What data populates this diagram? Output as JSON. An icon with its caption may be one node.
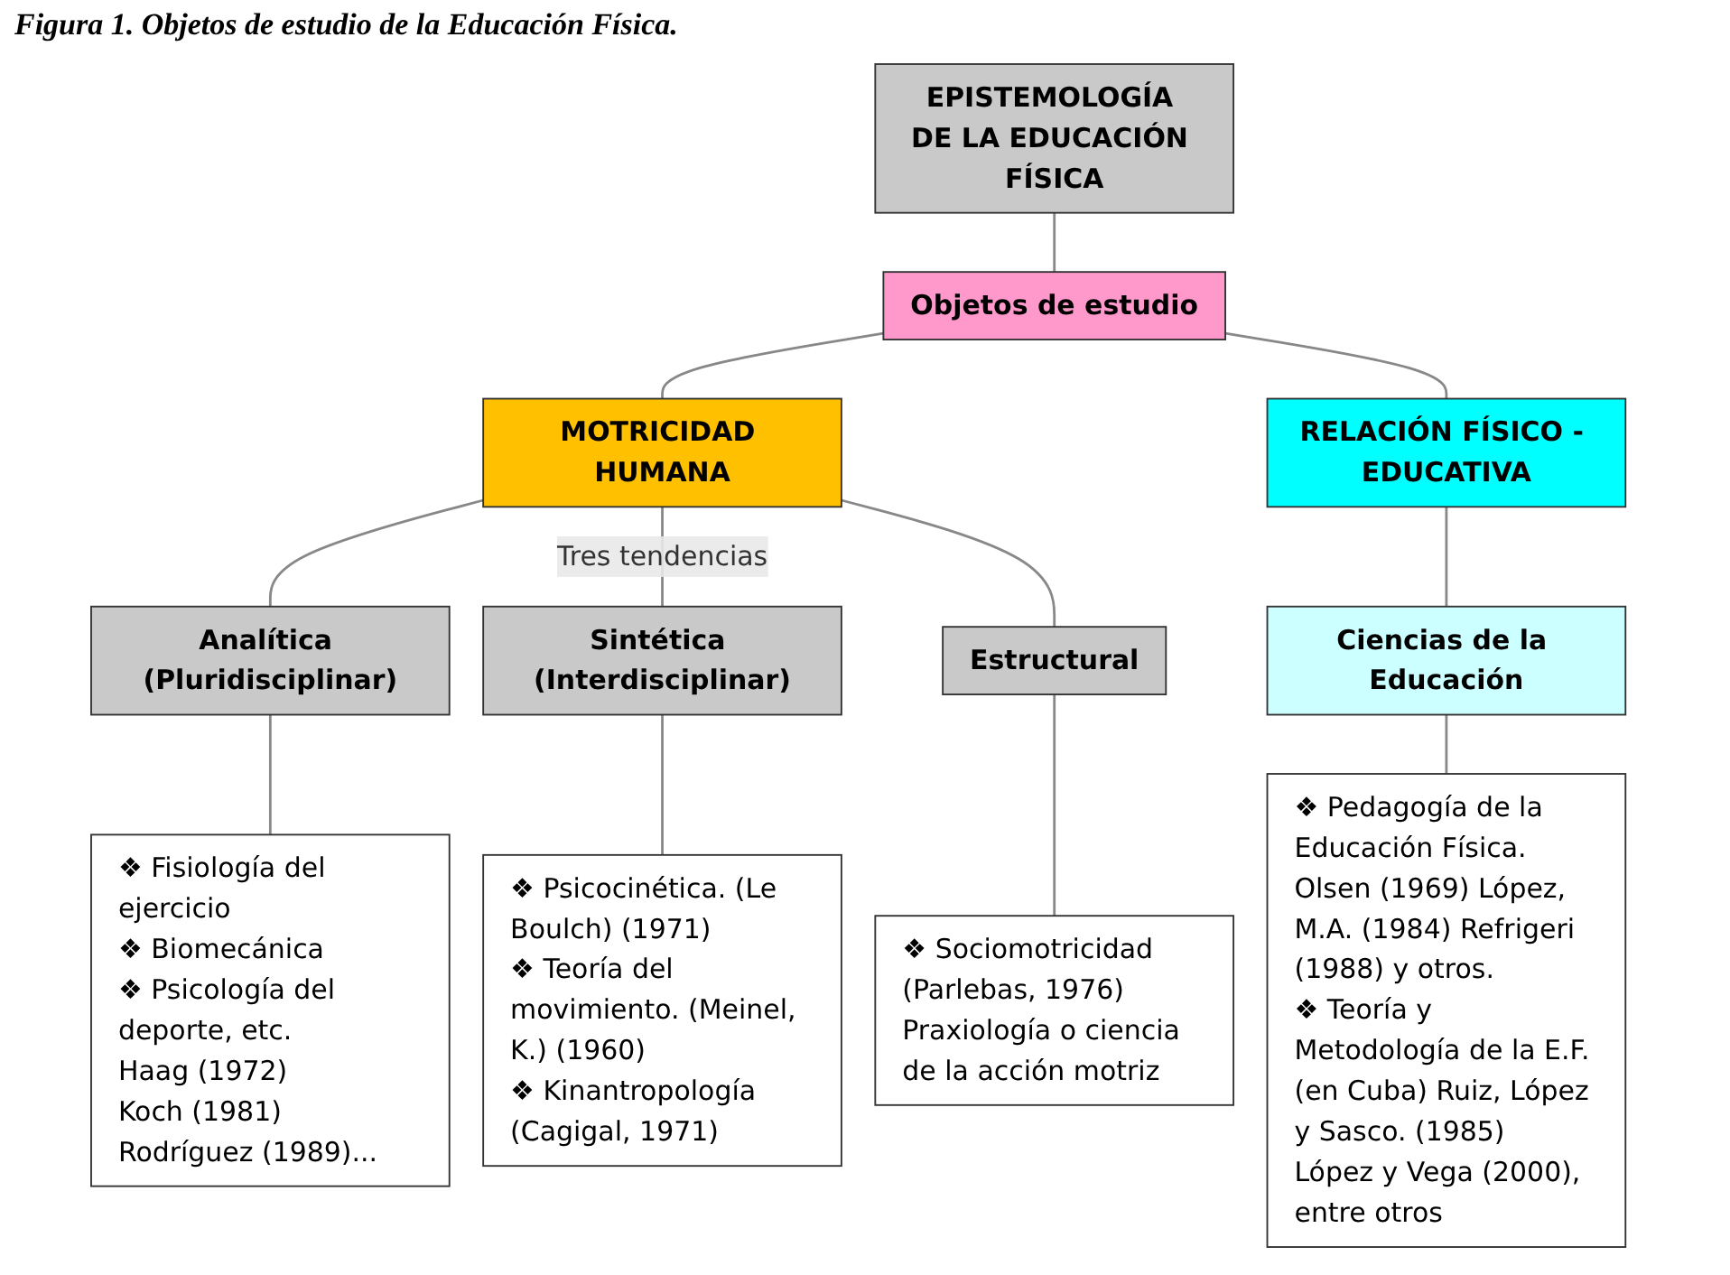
{
  "diagram": {
    "title": "Figura 1. Objetos de estudio de la Educación Física.",
    "nodes": [
      {
        "text": [
          "EPISTEMOLOGÍA DE LA EDUCACIÓN FÍSICA"
        ]
      },
      {
        "text": [
          "MOTRICIDAD HUMANA"
        ]
      },
      {
        "text": [
          "Objetos de estudio"
        ]
      },
      {
        "text": [
          "RELACIÓN FÍSICO - EDUCATIVA"
        ]
      },
      {
        "text": [
          "Analítica (Pluridisciplinar)"
        ]
      },
      {
        "text": [
          "Sintética (Interdisciplinar)"
        ]
      },
      {
        "text": [
          "Estructural"
        ]
      },
      {
        "text": [
          "Ciencias de la Educación"
        ]
      },
      {
        "text": [
          "❖ Fisiología del ejercicio",
          "❖ Biomecánica",
          "❖ Psicología del deporte, etc.",
          "Haag (1972)",
          "Koch (1981)",
          "Rodríguez (1989)..."
        ]
      },
      {
        "text": [
          "❖ Psicocinética. (Le Boulch) (1971)",
          "❖ Teoría del movimiento. (Meinel, K.) (1960)",
          "❖ Kinantropología (Cagigal, 1971)"
        ]
      },
      {
        "text": [
          "❖ Sociomotricidad (Parlebas, 1976)",
          "Praxiología o ciencia de la acción motriz"
        ]
      },
      {
        "text": [
          "❖ Pedagogía de la Educación Física. Olsen (1969) López, M.A. (1984) Refrigeri (1988) y otros.",
          "❖ Teoría y Metodología de la E.F. (en Cuba) Ruiz, López y Sasco. (1985) López y Vega (2000), entre otros"
        ]
      }
    ],
    "edges": [
      {
        "from": 0,
        "to": 2,
        "arrow": "none"
      },
      {
        "from": 2,
        "to": 1,
        "arrow": "none"
      },
      {
        "from": 2,
        "to": 3,
        "arrow": "none"
      },
      {
        "from": 1,
        "to": 4,
        "arrow": "none"
      },
      {
        "from": 1,
        "to": 5,
        "arrow": "none",
        "label": "Tres tendencias"
      },
      {
        "from": 1,
        "to": 6,
        "arrow": "none"
      },
      {
        "from": 3,
        "to": 7,
        "arrow": "none"
      },
      {
        "from": 4,
        "to": 8,
        "arrow": "none"
      },
      {
        "from": 5,
        "to": 9,
        "arrow": "none"
      },
      {
        "from": 6,
        "to": 10,
        "arrow": "none"
      },
      {
        "from": 7,
        "to": 11,
        "arrow": "none"
      }
    ]
  }
}
